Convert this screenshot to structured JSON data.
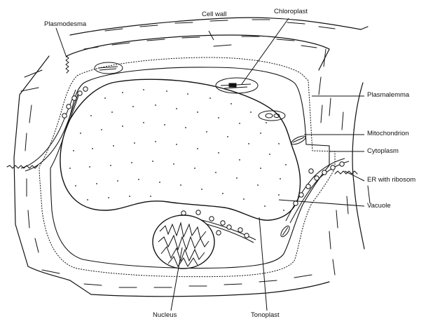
{
  "diagram": {
    "labels": {
      "cell_wall": "Cell wall",
      "chloroplast": "Chloroplast",
      "plasmodesma": "Plasmodesma",
      "plasmalemma": "Plasmalemma",
      "mitochondrion": "Mitochondrion",
      "cytoplasm": "Cytoplasm",
      "er_with_ribosomes": "ER with ribosom",
      "vacuole": "Vacuole",
      "nucleus": "Nucleus",
      "tonoplast": "Tonoplast"
    }
  }
}
